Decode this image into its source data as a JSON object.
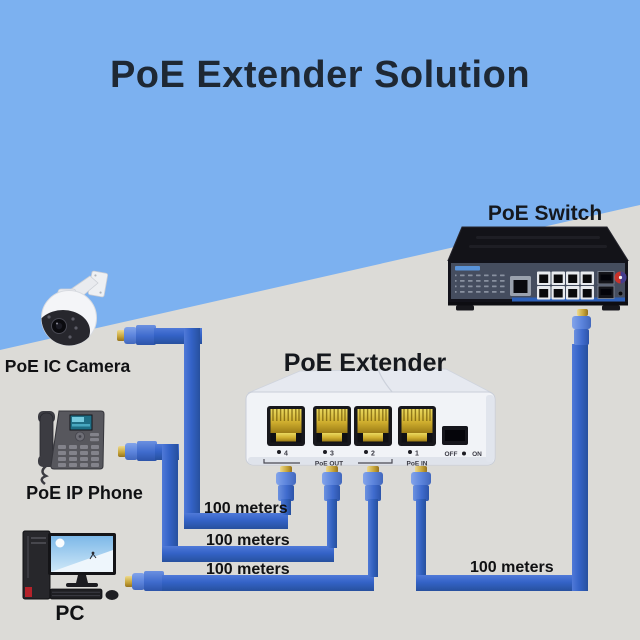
{
  "title": "PoE Extender Solution",
  "colors": {
    "background": "#7cb1f0",
    "floor": "#dcdbd7",
    "cable_blue": "#3362c6",
    "connector_gold": "#c9a43a",
    "title_text": "#1e2834",
    "label_text": "#101113",
    "extender_body": "#f1f3f7",
    "switch_panel": "#454d5f"
  },
  "devices": {
    "switch": {
      "label": "PoE Switch",
      "rj45_ports": 8,
      "sfp_ports": 2
    },
    "extender": {
      "label": "PoE Extender",
      "port_numbers": [
        "4",
        "3",
        "2",
        "1"
      ],
      "poe_out": "PoE OUT",
      "poe_in": "PoE IN",
      "off": "OFF",
      "on": "ON"
    },
    "camera": {
      "label": "PoE IC Camera"
    },
    "phone": {
      "label": "PoE IP Phone"
    },
    "pc": {
      "label": "PC"
    }
  },
  "cables": [
    {
      "from": "camera",
      "to": "extender-port-4",
      "label": "100 meters"
    },
    {
      "from": "phone",
      "to": "extender-port-3",
      "label": "100 meters"
    },
    {
      "from": "pc",
      "to": "extender-port-2",
      "label": "100 meters"
    },
    {
      "from": "extender-port-1",
      "to": "switch",
      "label": "100 meters"
    }
  ]
}
